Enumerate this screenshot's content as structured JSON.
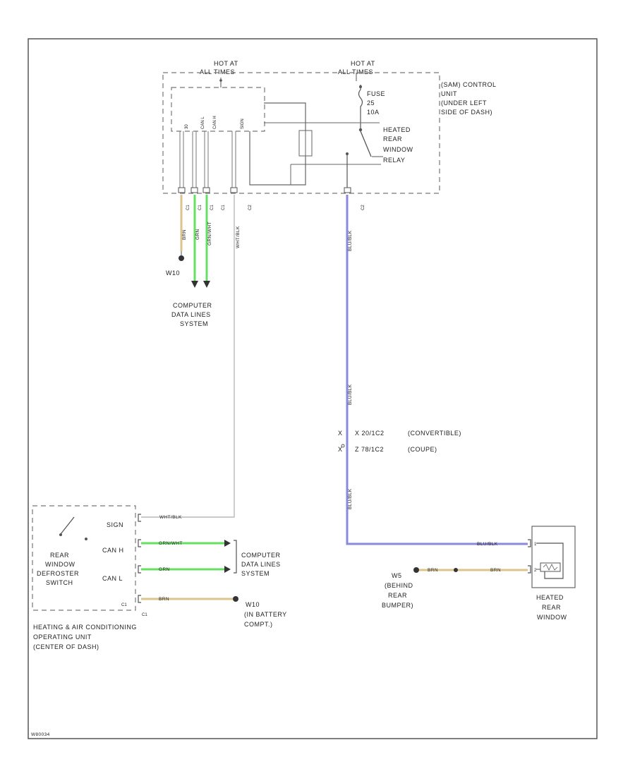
{
  "colors": {
    "blue_wire": "#8a88e0",
    "green_wire": "#66e060",
    "tan_wire": "#dcc58a",
    "gray_wire": "#b8b8b8",
    "line": "#555555"
  },
  "top_labels": {
    "hot_left": [
      "HOT AT",
      "ALL TIMES"
    ],
    "hot_right": [
      "HOT AT",
      "ALL TIMES"
    ]
  },
  "sam": {
    "title": [
      "(SAM) CONTROL",
      "UNIT",
      "(UNDER LEFT",
      "SIDE OF DASH)"
    ],
    "fuse": [
      "FUSE",
      "25",
      "10A"
    ],
    "relay": [
      "HEATED",
      "REAR",
      "WINDOW",
      "RELAY"
    ],
    "pins_top": [
      "30",
      "CAN L",
      "CAN H",
      "SIGN"
    ],
    "connector_left": [
      "C1",
      "C1",
      "C1",
      "C1",
      "C2"
    ],
    "connector_right": "C2"
  },
  "wires_left": [
    "BRN",
    "GRN",
    "GRN/WHT",
    "WHT/BLK"
  ],
  "ground_w10": "W10",
  "computer_data_upper": [
    "COMPUTER",
    "DATA LINES",
    "SYSTEM"
  ],
  "blue_wire_label": "BLU/BLK",
  "splices": {
    "letters": [
      "X",
      "X"
    ],
    "rows": [
      {
        "code": "X 20/1C2",
        "variant": "(CONVERTIBLE)"
      },
      {
        "code": "Z 78/1C2",
        "variant": "(COUPE)"
      }
    ]
  },
  "hvac": {
    "switch": [
      "REAR",
      "WINDOW",
      "DEFROSTER",
      "SWITCH"
    ],
    "pins": [
      "SIGN",
      "CAN H",
      "CAN L"
    ],
    "wires": [
      "WHT/BLK",
      "GRN/WHT",
      "GRN",
      "BRN"
    ],
    "connector": "C1",
    "title": [
      "HEATING & AIR CONDITIONING",
      "OPERATING UNIT",
      "(CENTER OF DASH)"
    ],
    "c1_label": "C1"
  },
  "computer_data_lower": [
    "COMPUTER",
    "DATA LINES",
    "SYSTEM"
  ],
  "w10_lower": [
    "W10",
    "(IN BATTERY",
    "COMPT.)"
  ],
  "w5": [
    "W5",
    "(BEHIND",
    "REAR",
    "BUMPER)"
  ],
  "rear_window": {
    "title": [
      "HEATED",
      "REAR",
      "WINDOW"
    ],
    "wires": [
      "BLU/BLK",
      "BRN",
      "BRN"
    ],
    "pins": [
      "1",
      "2"
    ]
  },
  "footer_code": "W80034"
}
